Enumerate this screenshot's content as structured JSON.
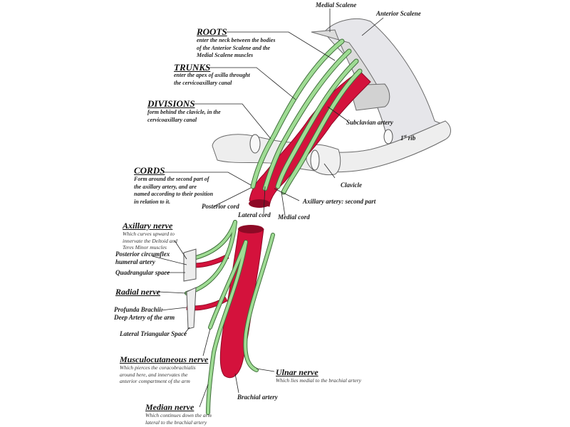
{
  "title": "Brachial Plexus",
  "colors": {
    "nerve": "#9fdc94",
    "nerve_outline": "#3f6f3a",
    "artery": "#d4123c",
    "artery_dark": "#8e0a26",
    "bone": "#ececec",
    "bone_outline": "#6a6a6a",
    "leader": "#222222"
  },
  "sections": {
    "roots": {
      "heading": "ROOTS",
      "desc": "enter the neck between the bodies\nof the Anterior Scalene and the\nMedial  Scalene muscles"
    },
    "trunks": {
      "heading": "TRUNKS",
      "desc": "enter the apex of axilla throught\nthe cervicoaxillary canal"
    },
    "divisions": {
      "heading": "DIVISIONS",
      "desc": "form behind the clavicle, in the\ncervicoaxillary canal"
    },
    "cords": {
      "heading": "CORDS",
      "desc": "Form around the second part of\nthe axillary artery, and are\nnamed according to their position\nin relation to it."
    },
    "axillary_nerve": {
      "heading": "Axillary nerve",
      "desc": "Which curves upward to\ninnervate the Deltoid and\nTeres Minor muscles"
    },
    "radial_nerve": {
      "heading": "Radial nerve"
    },
    "musculocutaneous_nerve": {
      "heading": "Musculocutaneous nerve",
      "desc": "Which pierces the coracobrachialis\naround here, and innervates the\nanterior compartment of the arm"
    },
    "median_nerve": {
      "heading": "Median nerve",
      "desc": "Which continues down the arm\nlateral to the brachial artery"
    },
    "ulnar_nerve": {
      "heading": "Ulnar nerve",
      "desc": "Which lies medial to the brachial artery"
    }
  },
  "labels": {
    "medial_scalene": "Medial Scalene",
    "anterior_scalene": "Anterior Scalene",
    "subclavian_artery": "Subclavian artery",
    "first_rib": "1st rib",
    "first_rib_num": "1",
    "first_rib_sup": "st",
    "first_rib_word": " rib",
    "clavicle": "Clavicle",
    "axillary_artery_second_part": "Axillary artery: second part",
    "posterior_cord": "Posterior cord",
    "lateral_cord": "Lateral cord",
    "medial_cord": "Medial cord",
    "posterior_circumflex_humeral_artery": "Posterior circumflex\nhumeral artery",
    "quadrangular_space": "Quadrangular space",
    "profunda_brachii": "Profunda Brachii:\nDeep Artery of the arm",
    "lateral_triangular_space": "Lateral Triangular Space",
    "brachial_artery": "Brachial artery"
  }
}
